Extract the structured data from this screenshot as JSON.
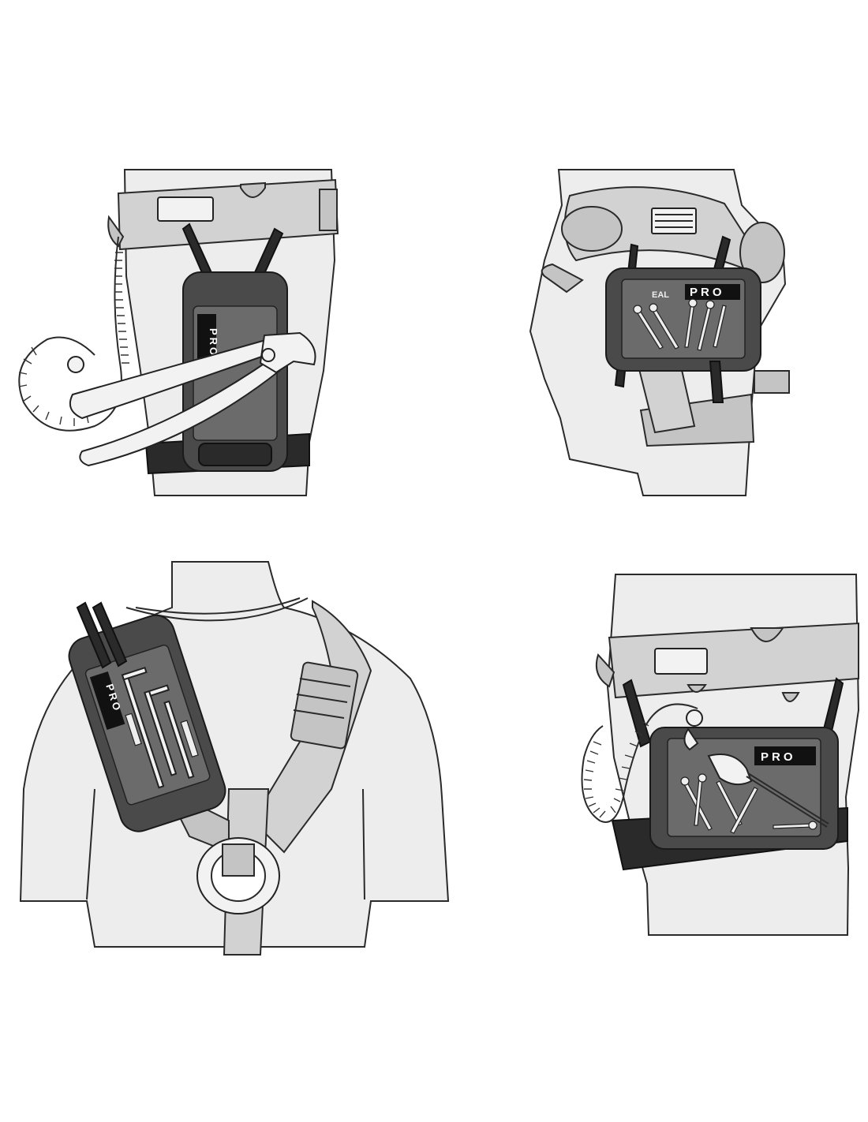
{
  "panels": [
    {
      "id": "thigh-pliers",
      "brand_label": "PRO"
    },
    {
      "id": "back-screws",
      "brand_label": "PRO",
      "partial_label": "EAL"
    },
    {
      "id": "shoulder-hexkeys",
      "brand_label": "PRO"
    },
    {
      "id": "thigh-screwdriver",
      "brand_label": "PRO"
    }
  ],
  "colors": {
    "outline": "#2a2a2a",
    "skin": "#ededed",
    "harness": "#d2d2d2",
    "tool_pad": "#4a4a4a",
    "brand_bar": "#111111"
  }
}
